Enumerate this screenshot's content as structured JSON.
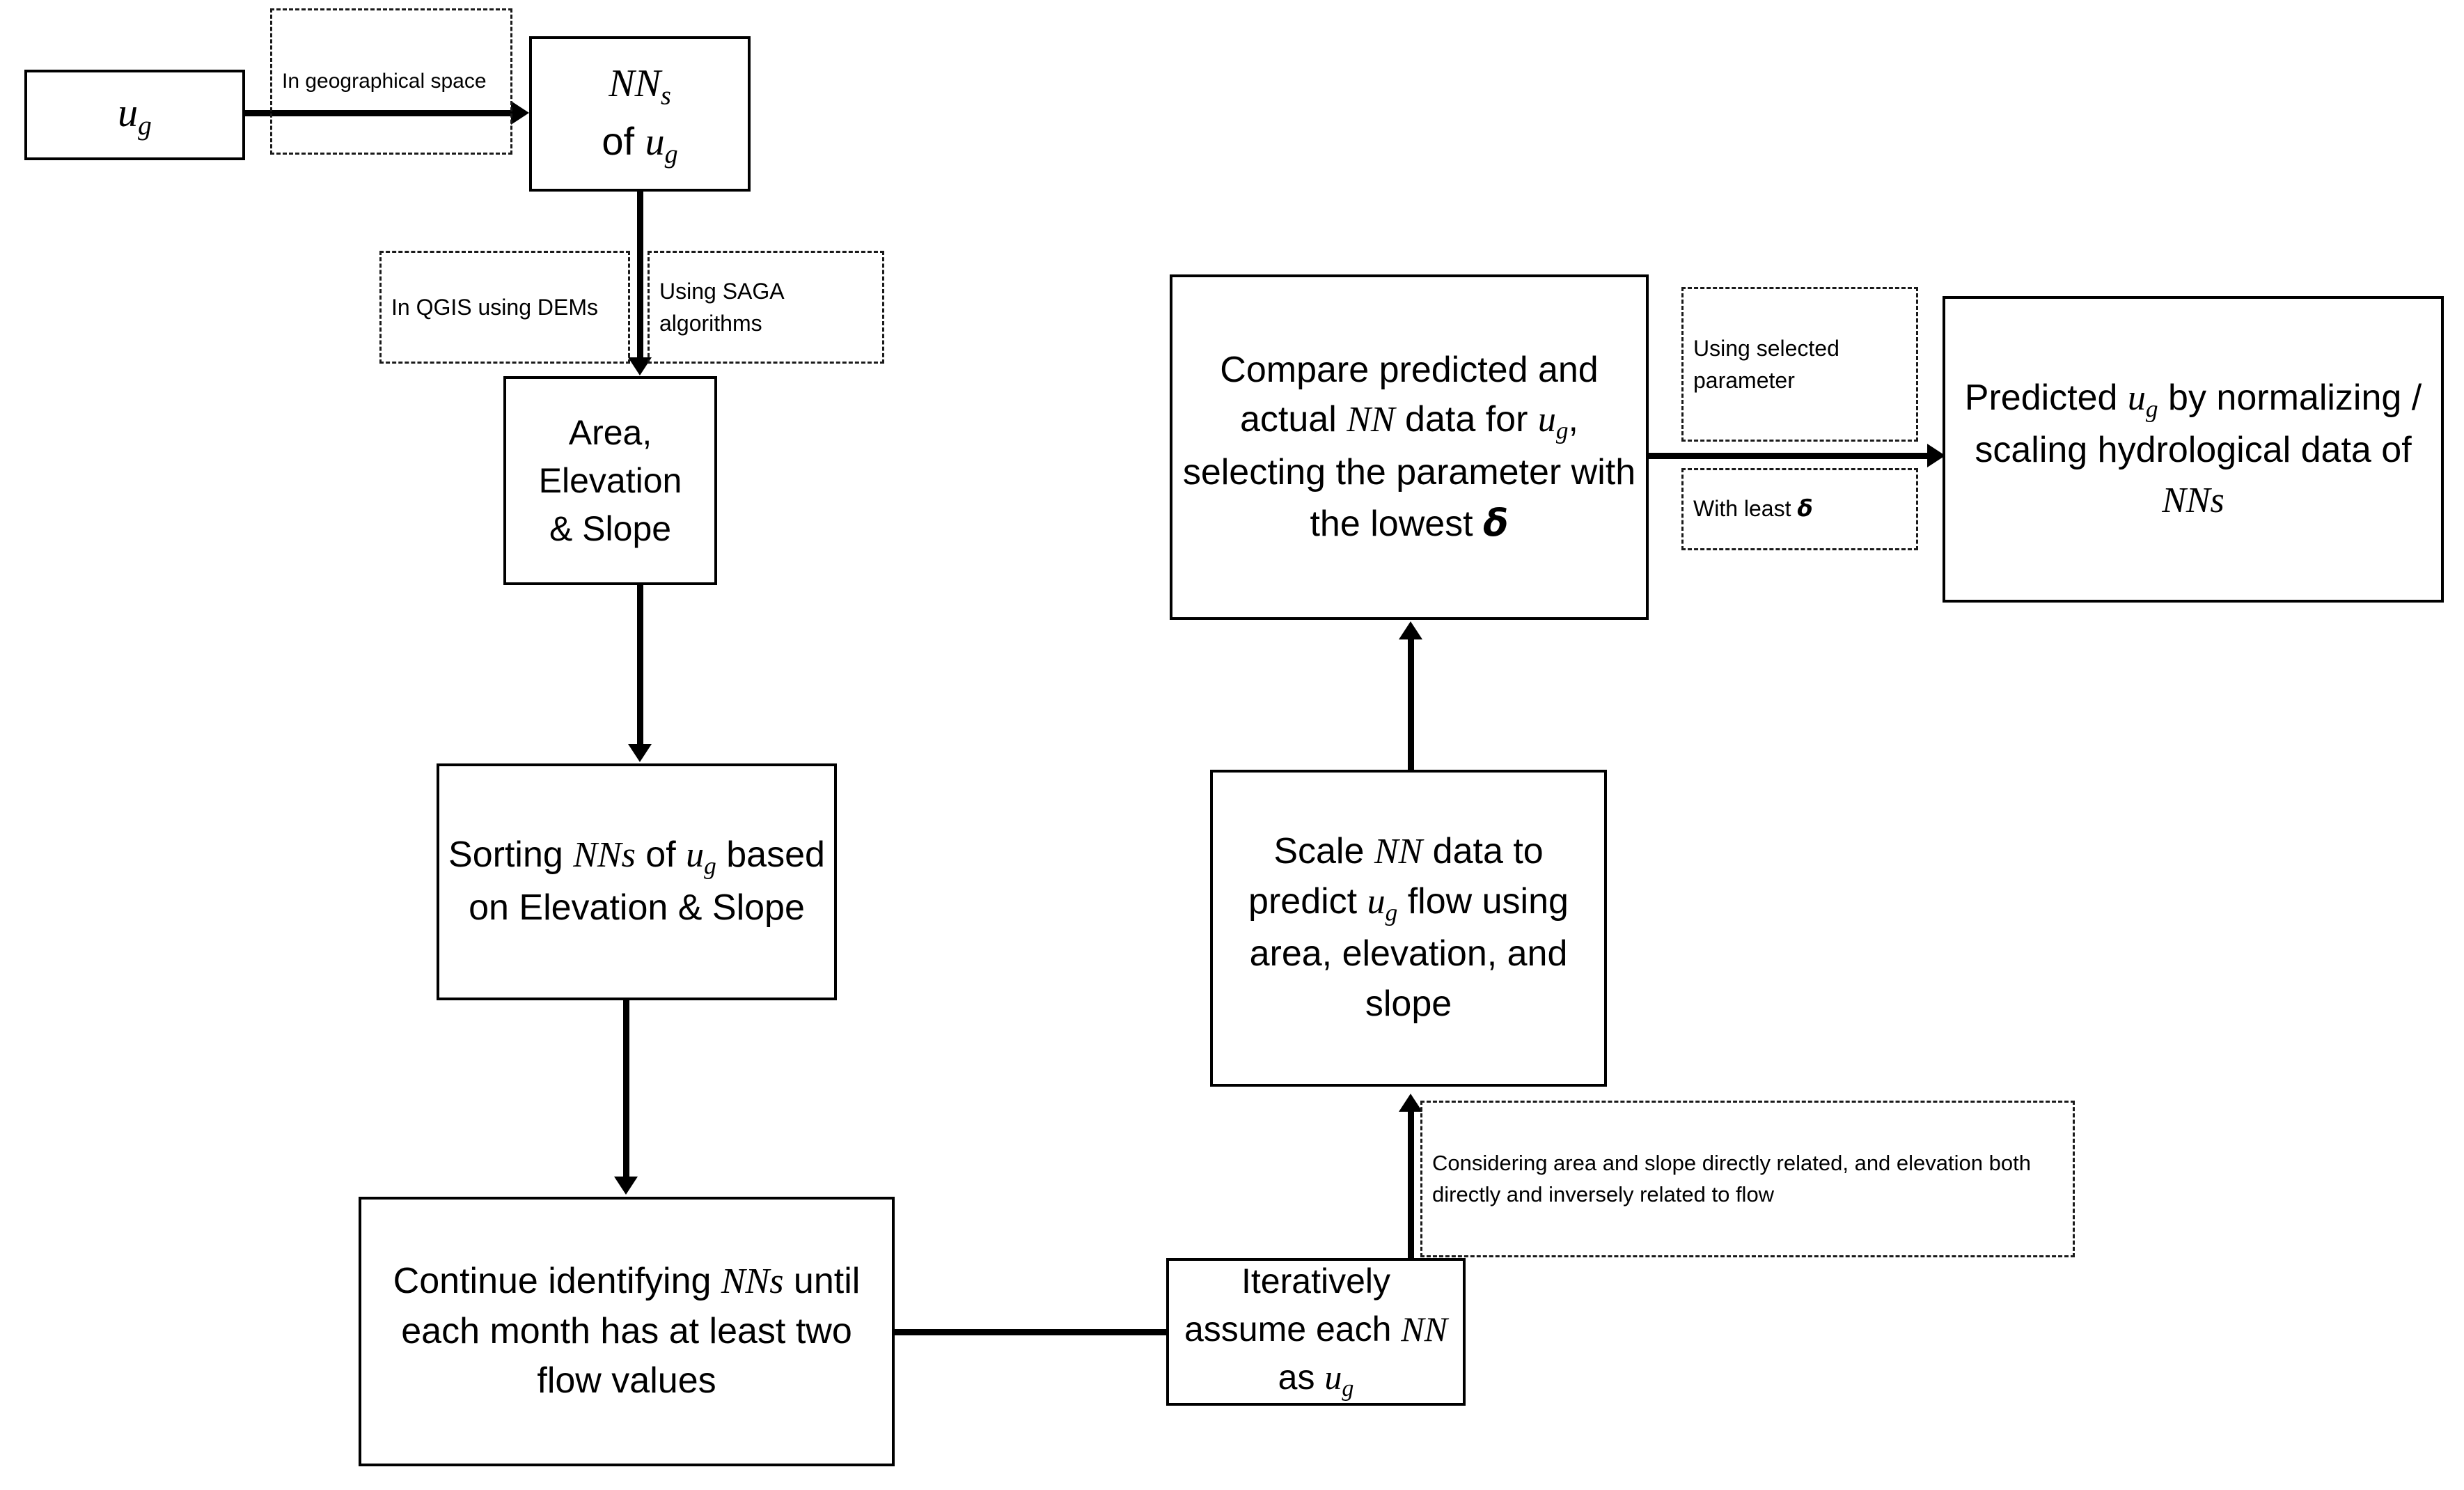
{
  "diagram": {
    "title": "Nearest-neighbour based ungauged flow prediction workflow",
    "ink_color": "#000000",
    "background_color": "#ffffff"
  },
  "nodes": {
    "ug_source": {
      "id": "ug-source",
      "text_html": "<span class=\"mi\">u</span><span class=\"sub\">g</span>"
    },
    "nns_of_ug": {
      "id": "nns-of-ug",
      "line1_html": "<span class=\"mi\">NN</span><span class=\"sub\">s</span>",
      "line2_html": "of <span class=\"mi\">u</span><span class=\"sub\">g</span>"
    },
    "area_elevation_slope": {
      "id": "area-elevation-slope",
      "line1": "Area,",
      "line2": "Elevation",
      "line3": "& Slope"
    },
    "sorting_nns": {
      "id": "sorting-nns",
      "text_html": "Sorting <span class=\"mi\">NNs</span> of <span class=\"mi\">u</span><span class=\"sub\">g</span> based on Elevation &amp; Slope"
    },
    "continue_identifying": {
      "id": "continue-identifying",
      "text_html": "Continue identifying <span class=\"mi\">NNs</span> until each month has at least two flow values"
    },
    "iteratively_assume": {
      "id": "iteratively-assume",
      "text_html": "Iteratively assume each <span class=\"mi\">NN</span> as <span class=\"mi\">u</span><span class=\"sub\">g</span>"
    },
    "scale_nn_data": {
      "id": "scale-nn-data",
      "text_html": "Scale <span class=\"mi\">NN</span> data to predict <span class=\"mi\">u</span><span class=\"sub\">g</span> flow using area, elevation, and slope"
    },
    "compare_predicted": {
      "id": "compare-predicted",
      "text_html": "Compare predicted and actual <span class=\"mi\">NN</span> data for <span class=\"mi\">u</span><span class=\"sub\">g</span>, selecting the parameter with the lowest <span class=\"delta\">δ</span>"
    },
    "predicted_ug": {
      "id": "predicted-ug",
      "text_html": "Predicted <span class=\"mi\">u</span><span class=\"sub\">g</span> by normalizing / scaling hydrological data of <span class=\"mi\">NNs</span>"
    }
  },
  "notes": {
    "in_geographical_space": {
      "id": "in-geographical-space",
      "text": "In geographical space"
    },
    "in_qgis_using_dems": {
      "id": "in-qgis-using-dems",
      "text": "In QGIS using DEMs"
    },
    "using_saga_algorithms": {
      "id": "using-saga-algorithms",
      "text": "Using SAGA algorithms"
    },
    "using_selected_parameter": {
      "id": "using-selected-parameter",
      "text": "Using selected parameter"
    },
    "with_least_delta": {
      "id": "with-least-delta",
      "text_html": "With least <span class=\"delta\">δ</span>"
    },
    "considering_area_slope": {
      "id": "considering-area-slope",
      "text": "Considering area and slope directly related, and elevation both directly and inversely related to flow"
    }
  },
  "edges": [
    {
      "id": "edge-ug-to-nns",
      "from": "ug_source",
      "to": "nns_of_ug",
      "direction": "right",
      "label": "in_geographical_space"
    },
    {
      "id": "edge-nns-to-area",
      "from": "nns_of_ug",
      "to": "area_elevation_slope",
      "direction": "down",
      "label": "in_qgis_using_dems"
    },
    {
      "id": "edge-area-to-sorting",
      "from": "area_elevation_slope",
      "to": "sorting_nns",
      "direction": "down",
      "label": ""
    },
    {
      "id": "edge-sorting-to-continue",
      "from": "sorting_nns",
      "to": "continue_identifying",
      "direction": "down",
      "label": ""
    },
    {
      "id": "edge-continue-to-iterative",
      "from": "continue_identifying",
      "to": "iteratively_assume",
      "direction": "right",
      "label": ""
    },
    {
      "id": "edge-iterative-to-scale",
      "from": "iteratively_assume",
      "to": "scale_nn_data",
      "direction": "up",
      "label": "considering_area_slope"
    },
    {
      "id": "edge-scale-to-compare",
      "from": "scale_nn_data",
      "to": "compare_predicted",
      "direction": "up",
      "label": ""
    },
    {
      "id": "edge-compare-to-predicted",
      "from": "compare_predicted",
      "to": "predicted_ug",
      "direction": "right",
      "label": "using_selected_parameter"
    }
  ]
}
